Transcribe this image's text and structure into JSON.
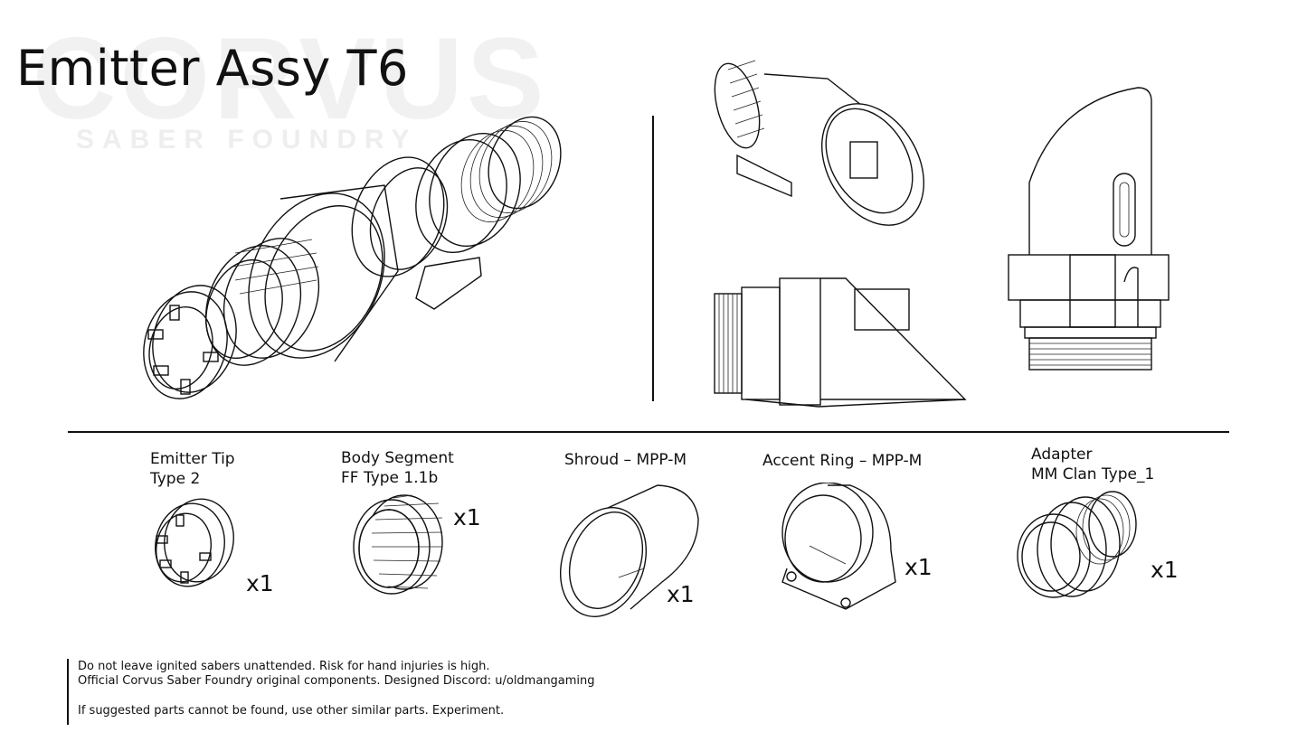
{
  "title": "Emitter Assy T6",
  "watermark": {
    "brand": "CORVUS",
    "subtitle": "SABER FOUNDRY"
  },
  "parts": [
    {
      "id": "emitter-tip",
      "label_line1": "Emitter Tip",
      "label_line2": "Type 2",
      "qty": "x1",
      "icon": "emitter-tip-icon"
    },
    {
      "id": "body-segment",
      "label_line1": "Body Segment",
      "label_line2": "FF Type 1.1b",
      "qty": "x1",
      "icon": "knurled-ring-icon"
    },
    {
      "id": "shroud",
      "label_line1": "Shroud – MPP-M",
      "label_line2": "",
      "qty": "x1",
      "icon": "shroud-icon"
    },
    {
      "id": "accent-ring",
      "label_line1": "Accent Ring – MPP-M",
      "label_line2": "",
      "qty": "x1",
      "icon": "accent-ring-icon"
    },
    {
      "id": "adapter",
      "label_line1": "Adapter",
      "label_line2": "MM Clan Type_1",
      "qty": "x1",
      "icon": "adapter-icon"
    }
  ],
  "notes": [
    "Do not leave ignited sabers unattended.  Risk for hand injuries is high.",
    "Official Corvus Saber Foundry original components.  Designed Discord: u/oldmangaming",
    "If suggested parts cannot be found, use other similar parts.  Experiment."
  ],
  "colors": {
    "line": "#111111",
    "watermark": "#f0f0f0",
    "background": "#ffffff"
  }
}
